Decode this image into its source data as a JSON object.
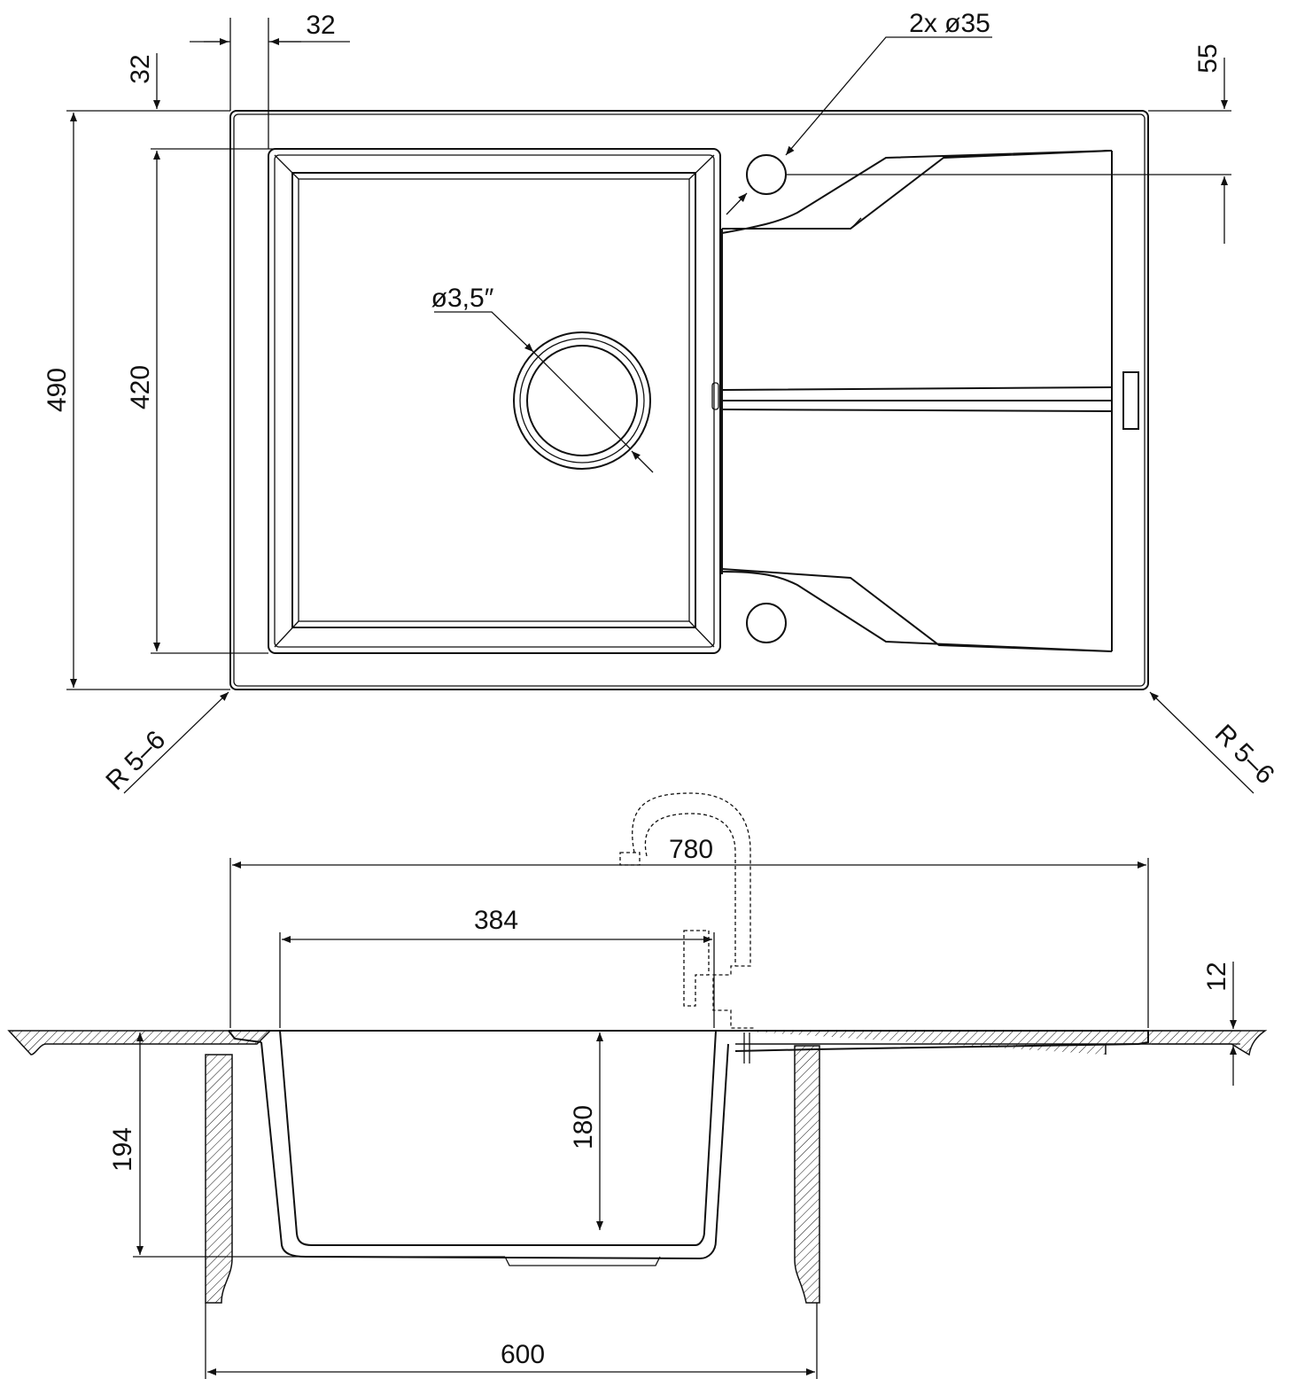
{
  "drawing": {
    "top_view": {
      "dim_flange_width": "32",
      "dim_flange_depth": "32",
      "dim_tap_holes": "2x ø35",
      "dim_tap_offset": "55",
      "dim_total_depth": "490",
      "dim_bowl_depth": "420",
      "dim_drain": "ø3,5″",
      "radius_left": "R 5–6",
      "radius_right": "R 5–6"
    },
    "section_view": {
      "dim_total_width": "780",
      "dim_bowl_width": "384",
      "dim_flange_height": "12",
      "dim_total_height": "194",
      "dim_bowl_height": "180",
      "dim_cabinet": "600"
    }
  }
}
